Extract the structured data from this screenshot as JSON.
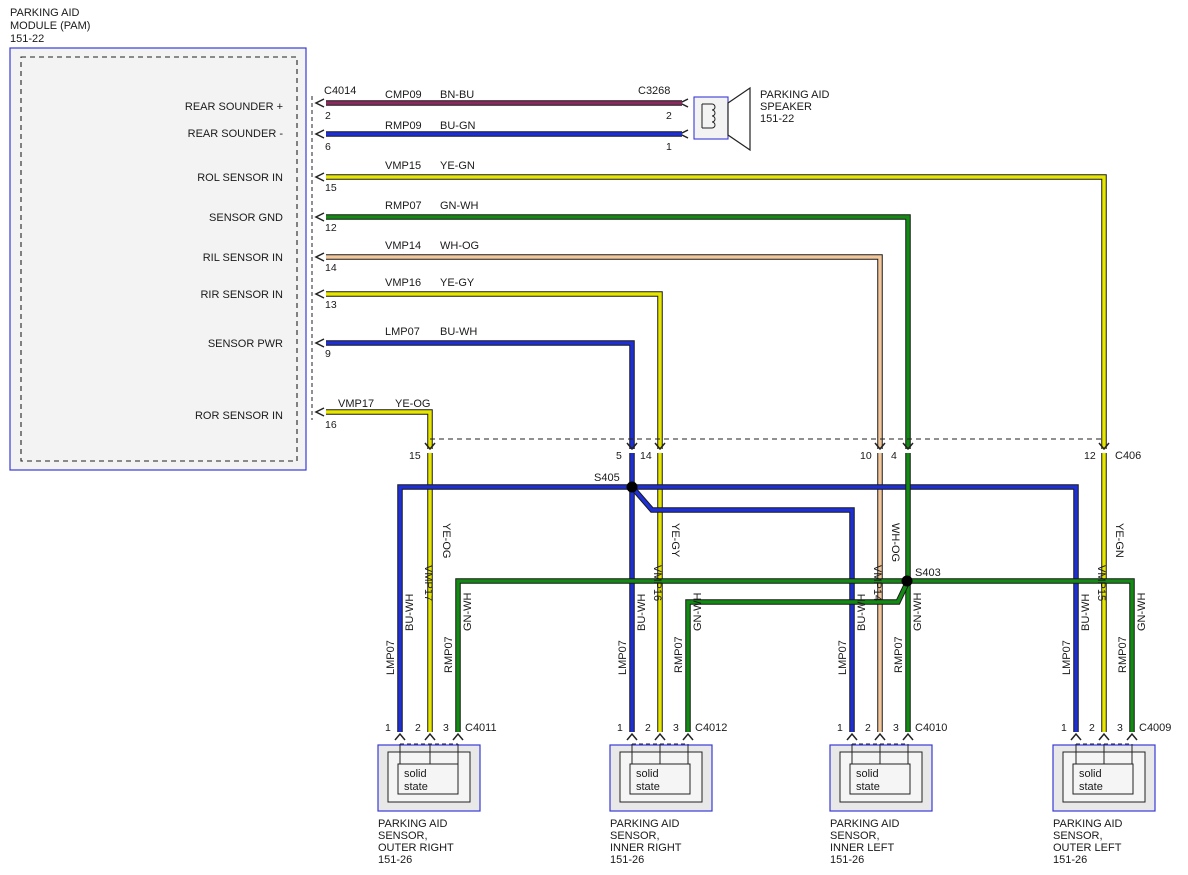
{
  "module": {
    "title_lines": [
      "PARKING AID",
      "MODULE (PAM)",
      "151-22"
    ],
    "pins": [
      {
        "label": "REAR SOUNDER +",
        "pin": "2"
      },
      {
        "label": "REAR SOUNDER -",
        "pin": "6"
      },
      {
        "label": "ROL SENSOR IN",
        "pin": "15"
      },
      {
        "label": "SENSOR GND",
        "pin": "12"
      },
      {
        "label": "RIL SENSOR IN",
        "pin": "14"
      },
      {
        "label": "RIR SENSOR IN",
        "pin": "13"
      },
      {
        "label": "SENSOR PWR",
        "pin": "9"
      },
      {
        "label": "ROR SENSOR IN",
        "pin": "16"
      }
    ],
    "connector": "C4014"
  },
  "speaker": {
    "title_lines": [
      "PARKING AID",
      "SPEAKER",
      "151-22"
    ],
    "connector": "C3268",
    "pins": [
      "2",
      "1"
    ]
  },
  "module_wires": [
    {
      "circuit": "CMP09",
      "color_code": "BN-BU"
    },
    {
      "circuit": "RMP09",
      "color_code": "BU-GN"
    },
    {
      "circuit": "VMP15",
      "color_code": "YE-GN"
    },
    {
      "circuit": "RMP07",
      "color_code": "GN-WH"
    },
    {
      "circuit": "VMP14",
      "color_code": "WH-OG"
    },
    {
      "circuit": "VMP16",
      "color_code": "YE-GY"
    },
    {
      "circuit": "LMP07",
      "color_code": "BU-WH"
    },
    {
      "circuit": "VMP17",
      "color_code": "YE-OG"
    }
  ],
  "inline_connector": {
    "name": "C406",
    "pins": [
      "15",
      "5",
      "14",
      "10",
      "4",
      "12"
    ]
  },
  "splices": [
    "S405",
    "S403"
  ],
  "vertical_wires": [
    {
      "circuit": "VMP17",
      "color_code": "YE-OG"
    },
    {
      "circuit": "VMP16",
      "color_code": "YE-GY"
    },
    {
      "circuit": "VMP14",
      "color_code": "WH-OG"
    },
    {
      "circuit": "VMP15",
      "color_code": "YE-GN"
    }
  ],
  "sensor_wire_labels": {
    "power": {
      "circuit": "LMP07",
      "color_code": "BU-WH"
    },
    "ground": {
      "circuit": "RMP07",
      "color_code": "GN-WH"
    }
  },
  "sensors": [
    {
      "connector": "C4011",
      "pins": [
        "1",
        "2",
        "3"
      ],
      "inner_label": [
        "solid",
        "state"
      ],
      "title_lines": [
        "PARKING AID",
        "SENSOR,",
        "OUTER RIGHT",
        "151-26"
      ]
    },
    {
      "connector": "C4012",
      "pins": [
        "1",
        "2",
        "3"
      ],
      "inner_label": [
        "solid",
        "state"
      ],
      "title_lines": [
        "PARKING AID",
        "SENSOR,",
        "INNER RIGHT",
        "151-26"
      ]
    },
    {
      "connector": "C4010",
      "pins": [
        "1",
        "2",
        "3"
      ],
      "inner_label": [
        "solid",
        "state"
      ],
      "title_lines": [
        "PARKING AID",
        "SENSOR,",
        "INNER LEFT",
        "151-26"
      ]
    },
    {
      "connector": "C4009",
      "pins": [
        "1",
        "2",
        "3"
      ],
      "inner_label": [
        "solid",
        "state"
      ],
      "title_lines": [
        "PARKING AID",
        "SENSOR,",
        "OUTER LEFT",
        "151-26"
      ]
    }
  ],
  "wire_colors": {
    "BN-BU": "#8a2a5e",
    "BU-GN": "#1e2fd6",
    "YE-GN": "#e6e600",
    "GN-WH": "#138a13",
    "WH-OG": "#f2c79a",
    "YE-GY": "#e6e600",
    "BU-WH": "#1e2fd6",
    "YE-OG": "#e6e600",
    "component_outline": "#3a3ad6"
  }
}
